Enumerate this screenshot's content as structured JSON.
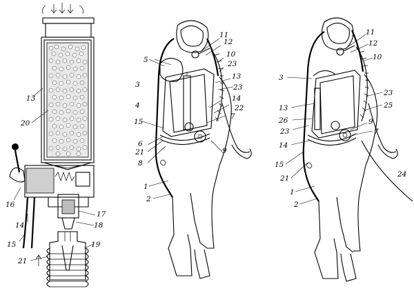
{
  "panels": {
    "canister": {
      "labels": [
        "13",
        "20",
        "16",
        "14",
        "15",
        "17",
        "18",
        "19",
        "21"
      ]
    },
    "suit_a": {
      "labels": [
        "5",
        "3",
        "4",
        "11",
        "12",
        "10",
        "23",
        "13",
        "23",
        "14",
        "22",
        "7",
        "15",
        "6",
        "21",
        "8",
        "9",
        "1",
        "2"
      ]
    },
    "suit_b": {
      "labels": [
        "3",
        "11",
        "12",
        "10",
        "13",
        "26",
        "23",
        "14",
        "15",
        "21",
        "23",
        "25",
        "9",
        "7",
        "24",
        "1",
        "2"
      ]
    }
  }
}
